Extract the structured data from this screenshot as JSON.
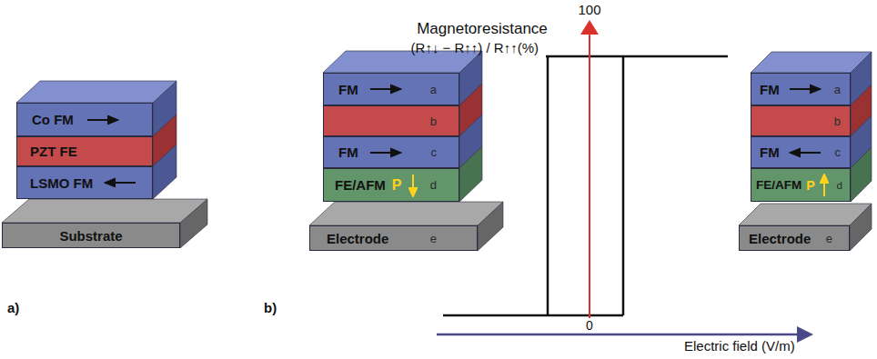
{
  "diagram": {
    "nodes": [
      {
        "text": [
          "Co FM"
        ]
      },
      {
        "text": [
          "PZT FE"
        ]
      },
      {
        "text": [
          "LSMO FM"
        ]
      },
      {
        "text": [
          "Substrate"
        ]
      },
      {
        "text": [
          "FM",
          "a"
        ]
      },
      {
        "text": [
          "b"
        ]
      },
      {
        "text": [
          "FM",
          "c"
        ]
      },
      {
        "text": [
          "FE/AFM",
          "P",
          "d"
        ]
      },
      {
        "text": [
          "Electrode",
          "e"
        ]
      },
      {
        "text": [
          "FM",
          "a"
        ]
      },
      {
        "text": [
          "b"
        ]
      },
      {
        "text": [
          "FM",
          "c"
        ]
      },
      {
        "text": [
          "FE/AFM",
          "P",
          "d"
        ]
      },
      {
        "text": [
          "Electrode",
          "e"
        ]
      }
    ],
    "labels": [
      "a)",
      "b)",
      "Magnetoresistance",
      "(R↑↓ − R↑↑) / R↑↑(%)",
      "100",
      "0",
      "Electric field (V/m)"
    ]
  }
}
